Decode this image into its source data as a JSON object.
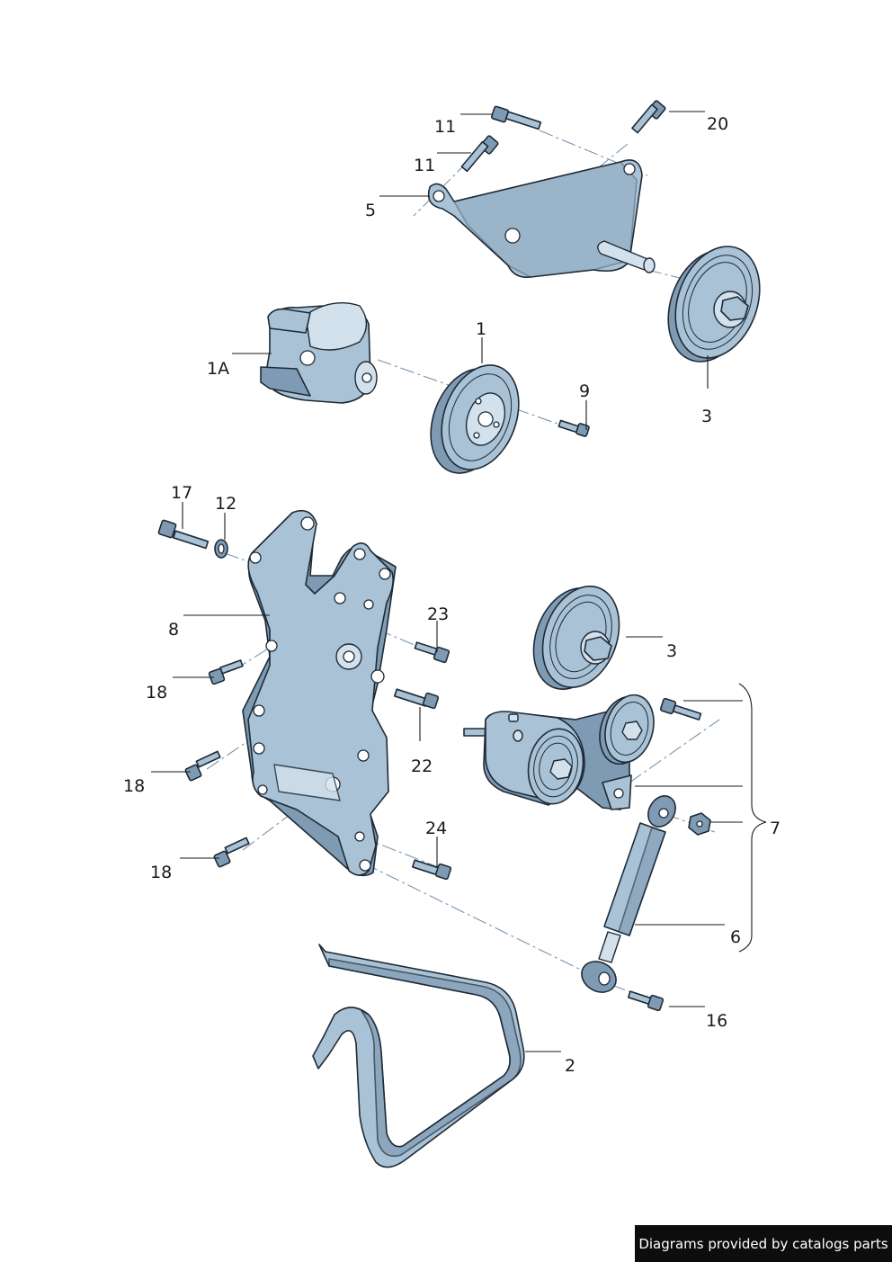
{
  "callouts": [
    {
      "id": "c11a",
      "text": "11"
    },
    {
      "id": "c20",
      "text": "20"
    },
    {
      "id": "c11b",
      "text": "11"
    },
    {
      "id": "c5",
      "text": "5"
    },
    {
      "id": "c1",
      "text": "1"
    },
    {
      "id": "c1A",
      "text": "1A"
    },
    {
      "id": "c9",
      "text": "9"
    },
    {
      "id": "c3a",
      "text": "3"
    },
    {
      "id": "c17",
      "text": "17"
    },
    {
      "id": "c12",
      "text": "12"
    },
    {
      "id": "c8",
      "text": "8"
    },
    {
      "id": "c23",
      "text": "23"
    },
    {
      "id": "c3b",
      "text": "3"
    },
    {
      "id": "c18a",
      "text": "18"
    },
    {
      "id": "c22",
      "text": "22"
    },
    {
      "id": "c18b",
      "text": "18"
    },
    {
      "id": "c7",
      "text": "7"
    },
    {
      "id": "c24",
      "text": "24"
    },
    {
      "id": "c18c",
      "text": "18"
    },
    {
      "id": "c6",
      "text": "6"
    },
    {
      "id": "c16",
      "text": "16"
    },
    {
      "id": "c2",
      "text": "2"
    }
  ],
  "footer": {
    "text": "Diagrams provided by catalogs parts"
  },
  "colors": {
    "part_fill": "#a9c2d6",
    "part_shadow": "#7f9bb3",
    "outline": "#1e2a36",
    "axis_line": "#7a95ad"
  }
}
